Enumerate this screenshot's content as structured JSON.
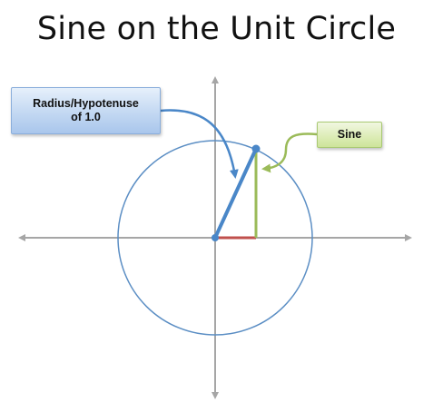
{
  "title": "Sine on the Unit Circle",
  "callouts": {
    "radius_line1": "Radius/Hypotenuse",
    "radius_line2": "of 1.0",
    "sine": "Sine"
  },
  "colors": {
    "circle": "#5b8ec4",
    "axes": "#a6a6a6",
    "radius": "#4a87c8",
    "sine_leg": "#9bbb59",
    "cosine_leg": "#c0504d",
    "radius_callout_fill": "#c3d8f2",
    "sine_callout_fill": "#dcecb5"
  }
}
